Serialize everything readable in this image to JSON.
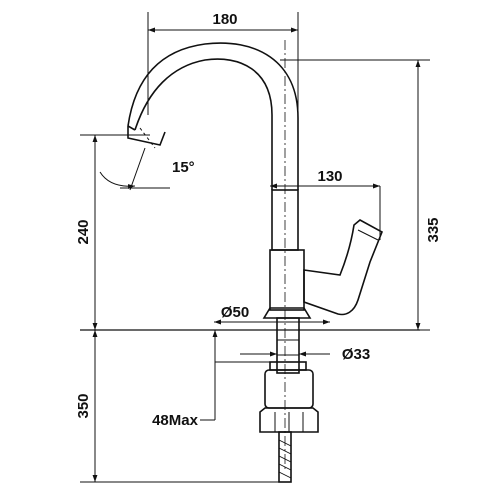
{
  "drawing": {
    "line_color": "#111111",
    "background": "#ffffff",
    "dimensions": {
      "reach": "180",
      "spout_angle": "15°",
      "lever_offset": "130",
      "spout_height": "240",
      "total_height": "335",
      "body_diameter": "Ø50",
      "shank_diameter": "Ø33",
      "mount_length": "350",
      "max_thickness": "48Max"
    }
  }
}
